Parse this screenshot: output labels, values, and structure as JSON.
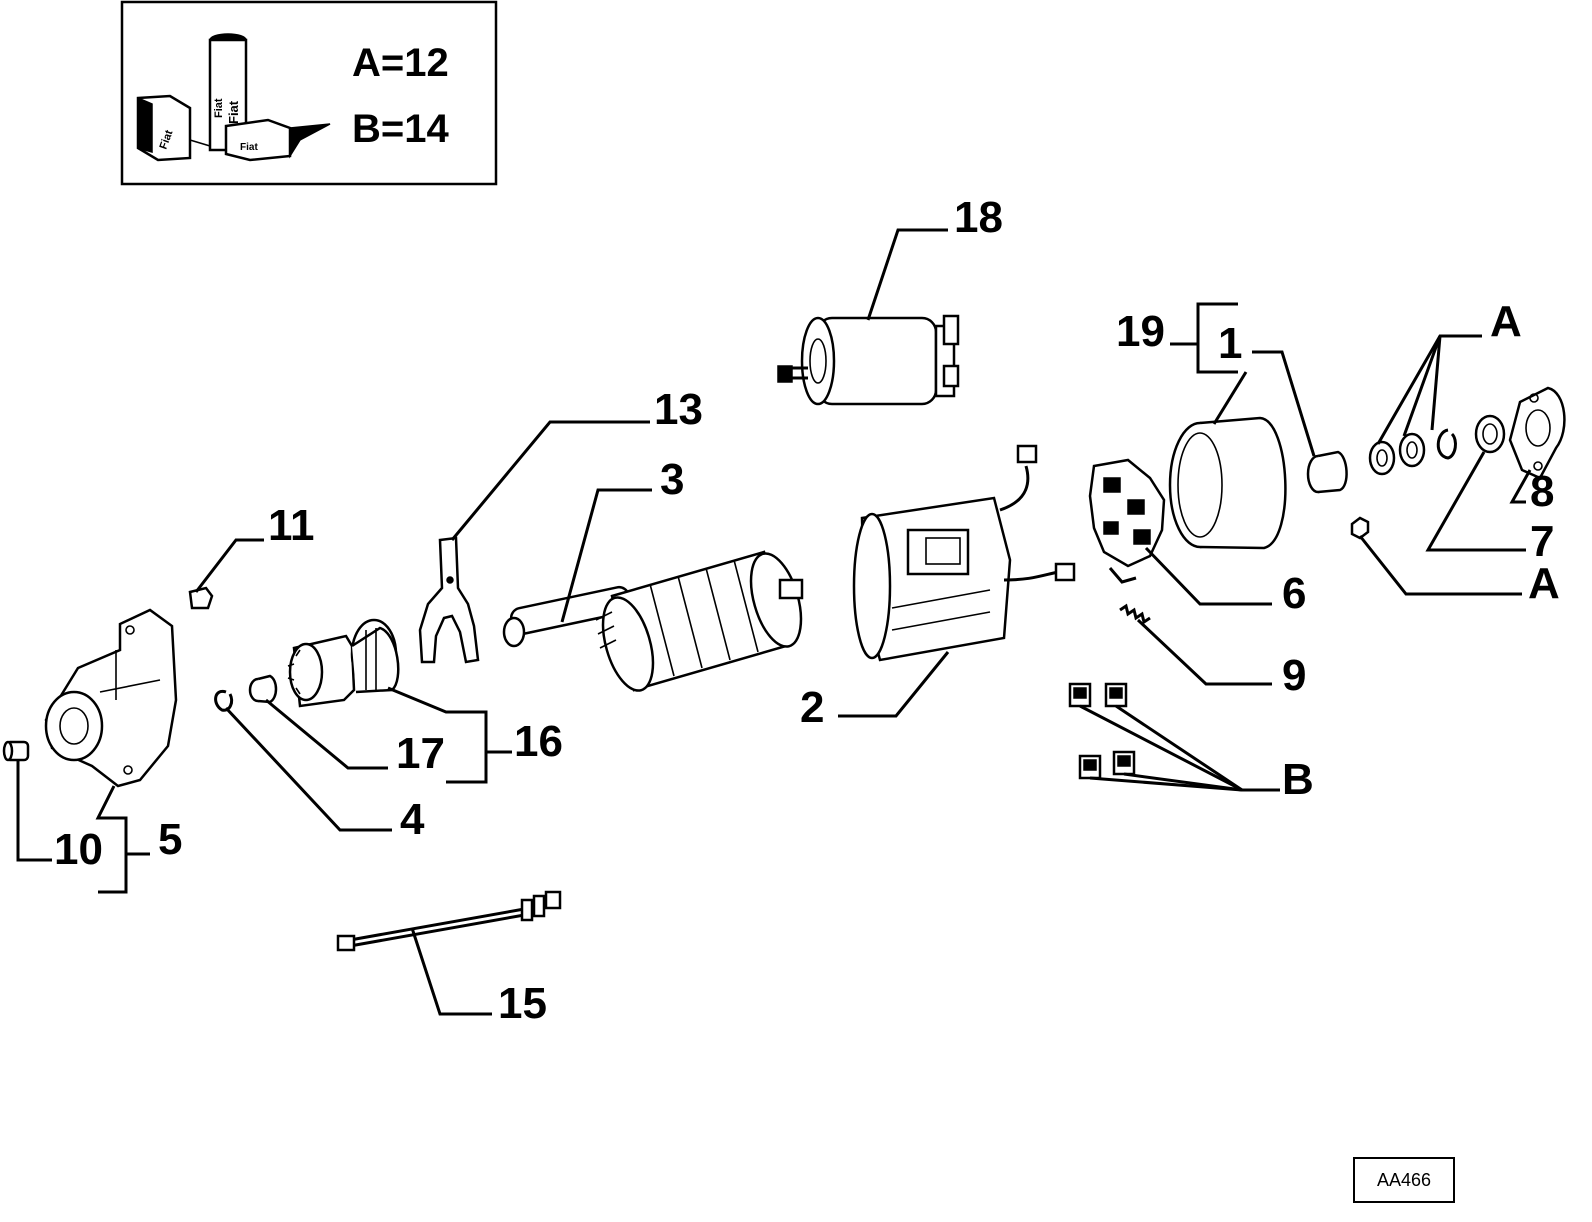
{
  "legend": {
    "tube_lines": [
      "Fiat",
      "Fiat"
    ],
    "box_left_text": "Fiat",
    "box_right_text": "Fiat",
    "line_a": "A=12",
    "line_b": "B=14"
  },
  "callouts": {
    "c1": "1",
    "c2": "2",
    "c3": "3",
    "c4": "4",
    "c5": "5",
    "c6": "6",
    "c7": "7",
    "c8": "8",
    "c9": "9",
    "c10": "10",
    "c11": "11",
    "c13": "13",
    "c15": "15",
    "c16": "16",
    "c17": "17",
    "c18": "18",
    "c19": "19",
    "a_top": "A",
    "a_right": "A",
    "b": "B"
  },
  "drawing_code": "AA466"
}
